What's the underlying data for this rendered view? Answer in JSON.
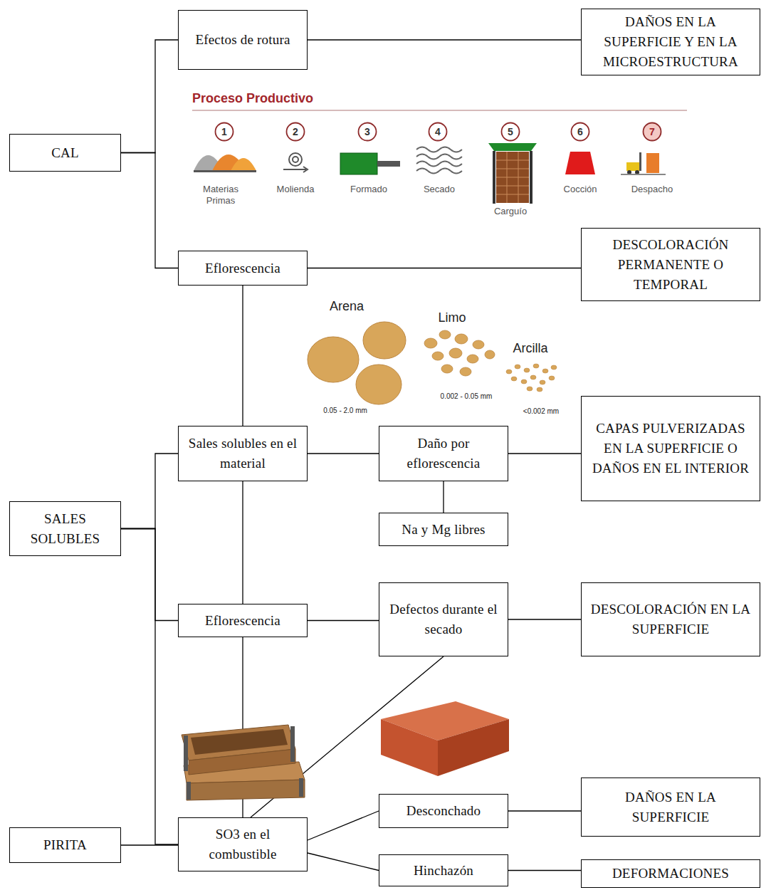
{
  "diagram": {
    "nodes": [
      {
        "text": [
          "CAL"
        ]
      },
      {
        "text": [
          "Efectos de rotura"
        ]
      },
      {
        "text": [
          "DAÑOS EN LA SUPERFICIE Y EN LA MICROESTRUCTURA"
        ]
      },
      {
        "text": [
          "Eflorescencia"
        ]
      },
      {
        "text": [
          "DESCOLORACIÓN PERMANENTE O TEMPORAL"
        ]
      },
      {
        "text": [
          "SALES SOLUBLES"
        ]
      },
      {
        "text": [
          "Sales solubles en el material"
        ]
      },
      {
        "text": [
          "Daño por eflorescencia"
        ]
      },
      {
        "text": [
          "CAPAS PULVERIZADAS EN LA SUPERFICIE O DAÑOS EN EL INTERIOR"
        ]
      },
      {
        "text": [
          "Na y Mg libres"
        ]
      },
      {
        "text": [
          "Eflorescencia"
        ]
      },
      {
        "text": [
          "Defectos durante el secado"
        ]
      },
      {
        "text": [
          "DESCOLORACIÓN EN LA SUPERFICIE"
        ]
      },
      {
        "text": [
          "PIRITA"
        ]
      },
      {
        "text": [
          "SO3 en el combustible"
        ]
      },
      {
        "text": [
          "Desconchado"
        ]
      },
      {
        "text": [
          "DAÑOS EN LA SUPERFICIE"
        ]
      },
      {
        "text": [
          "Hinchazón"
        ]
      },
      {
        "text": [
          "DEFORMACIONES"
        ]
      }
    ],
    "edges": [
      {
        "from": 0,
        "to": 1,
        "arrow": "none"
      },
      {
        "from": 0,
        "to": 3,
        "arrow": "none"
      },
      {
        "from": 1,
        "to": 2,
        "arrow": "none"
      },
      {
        "from": 3,
        "to": 4,
        "arrow": "none"
      },
      {
        "from": 3,
        "to": 6,
        "arrow": "none"
      },
      {
        "from": 5,
        "to": 6,
        "arrow": "none"
      },
      {
        "from": 5,
        "to": 10,
        "arrow": "none"
      },
      {
        "from": 5,
        "to": 14,
        "arrow": "none"
      },
      {
        "from": 13,
        "to": 14,
        "arrow": "none"
      },
      {
        "from": 6,
        "to": 7,
        "arrow": "none"
      },
      {
        "from": 7,
        "to": 8,
        "arrow": "none"
      },
      {
        "from": 7,
        "to": 9,
        "arrow": "none"
      },
      {
        "from": 6,
        "to": 10,
        "arrow": "none"
      },
      {
        "from": 10,
        "to": 11,
        "arrow": "none"
      },
      {
        "from": 11,
        "to": 12,
        "arrow": "none"
      },
      {
        "from": 10,
        "to": 14,
        "arrow": "none"
      },
      {
        "from": 14,
        "to": 11,
        "arrow": "none"
      },
      {
        "from": 14,
        "to": 15,
        "arrow": "none"
      },
      {
        "from": 14,
        "to": 17,
        "arrow": "none"
      },
      {
        "from": 15,
        "to": 16,
        "arrow": "none"
      },
      {
        "from": 17,
        "to": 18,
        "arrow": "none"
      }
    ],
    "labels": [
      "Proceso Productivo",
      "1",
      "2",
      "3",
      "4",
      "5",
      "6",
      "7",
      "Materias Primas",
      "Molienda",
      "Formado",
      "Secado",
      "Carguío",
      "Cocción",
      "Despacho",
      "Arena",
      "Limo",
      "Arcilla",
      "0.05 - 2.0 mm",
      "0.002 - 0.05 mm",
      "<0.002 mm"
    ]
  }
}
